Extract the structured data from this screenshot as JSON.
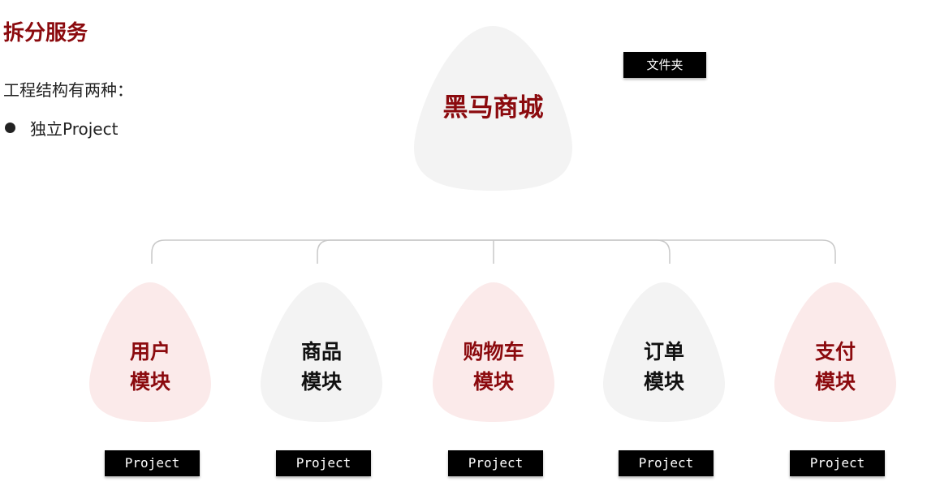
{
  "title": "拆分服务",
  "subtitle": "工程结构有两种：",
  "bullets": [
    "独立Project"
  ],
  "root": {
    "label": "黑马商城",
    "tag": "文件夹"
  },
  "modules": [
    {
      "line1": "用户",
      "line2": "模块",
      "tag": "Project",
      "highlight": true
    },
    {
      "line1": "商品",
      "line2": "模块",
      "tag": "Project",
      "highlight": false
    },
    {
      "line1": "购物车",
      "line2": "模块",
      "tag": "Project",
      "highlight": true
    },
    {
      "line1": "订单",
      "line2": "模块",
      "tag": "Project",
      "highlight": false
    },
    {
      "line1": "支付",
      "line2": "模块",
      "tag": "Project",
      "highlight": true
    }
  ],
  "colors": {
    "accent": "#8b0a0e",
    "pink": "#fbeaea",
    "gray": "#f3f3f3",
    "line": "#c8c8c8"
  }
}
